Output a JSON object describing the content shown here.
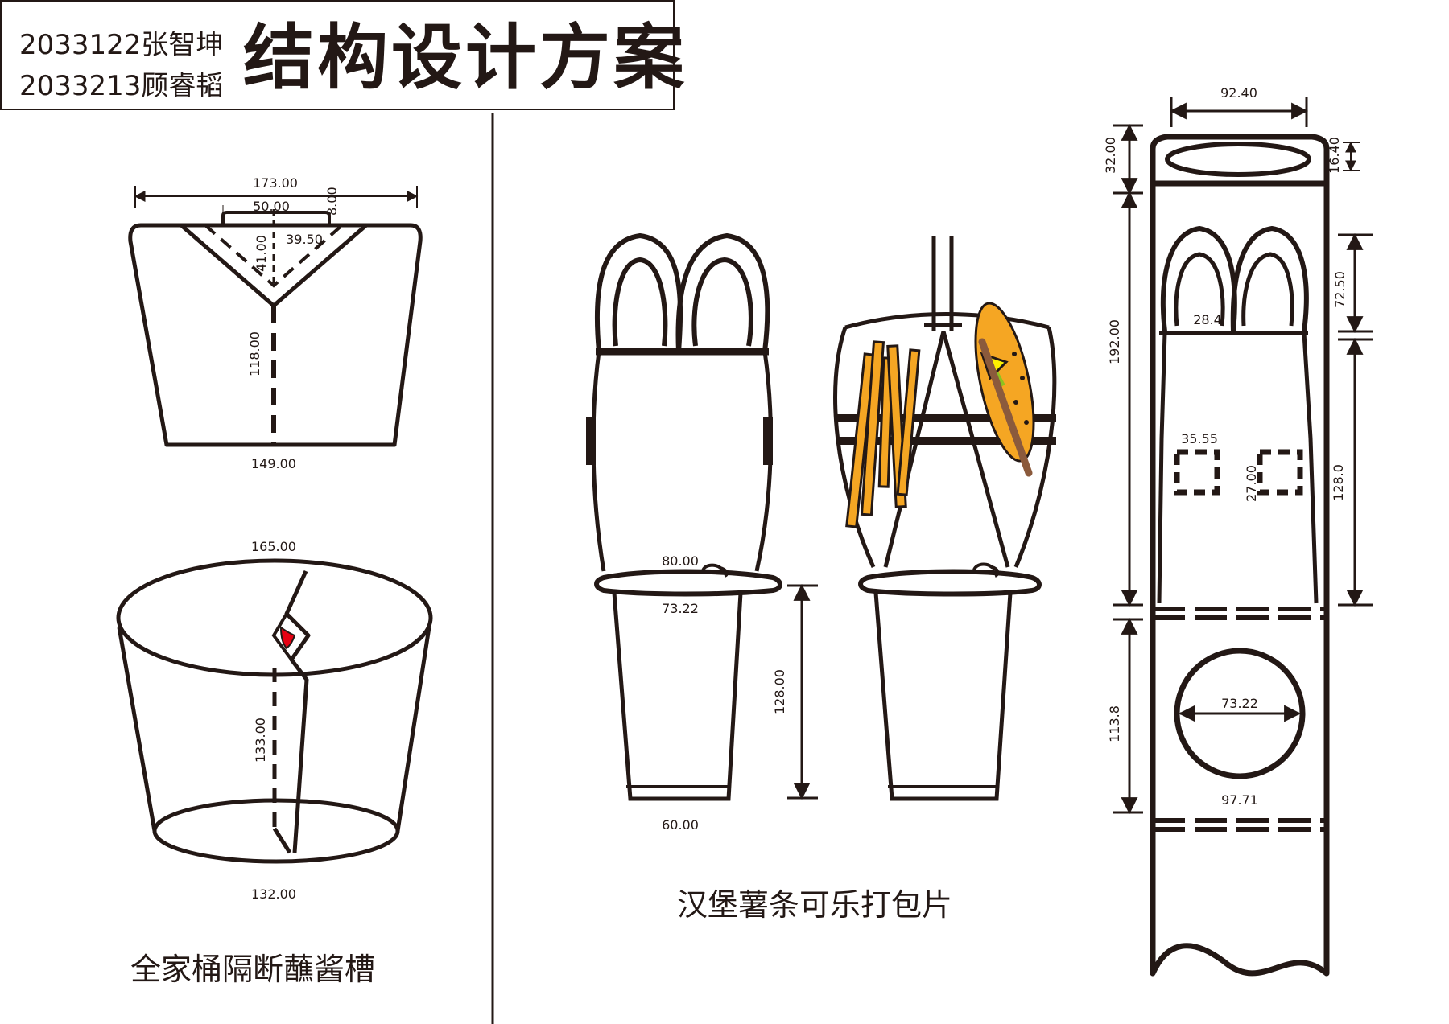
{
  "header": {
    "authors": [
      "2033122张智坤",
      "2033213顾睿韬"
    ],
    "title": "结构设计方案"
  },
  "colors": {
    "line": "#231815",
    "fries": "#f5a623",
    "sauce_drop": "#e60012",
    "lettuce": "#8dc21f",
    "cheese": "#fff100",
    "sesame": "#231815"
  },
  "bucket_net": {
    "caption": "全家桶隔断蘸酱槽",
    "dims": {
      "top_width": "173.00",
      "tab_width": "50.00",
      "tab_height": "8.00",
      "v_side": "39.50",
      "v_depth": "41.00",
      "center_height": "118.00",
      "bottom_width": "149.00"
    }
  },
  "bucket_3d": {
    "dims": {
      "top": "165.00",
      "height": "133.00",
      "bottom": "132.00"
    }
  },
  "combo_pack": {
    "caption": "汉堡薯条可乐打包片",
    "dims": {
      "upper_width": "80.00",
      "cup_top": "73.22",
      "cup_height": "128.00",
      "cup_bottom": "60.00"
    }
  },
  "strip_net": {
    "dims": {
      "top_width": "92.40",
      "top_band": "32.00",
      "ellipse_height": "16.40",
      "upper_section": "192.00",
      "handle_height": "72.50",
      "handle_width": "28.4",
      "slot_gap": "35.55",
      "slot_height": "27.00",
      "lower_section": "128.0",
      "bottom_section": "113.8",
      "circle_diameter": "73.22",
      "bottom_width": "97.71"
    }
  }
}
